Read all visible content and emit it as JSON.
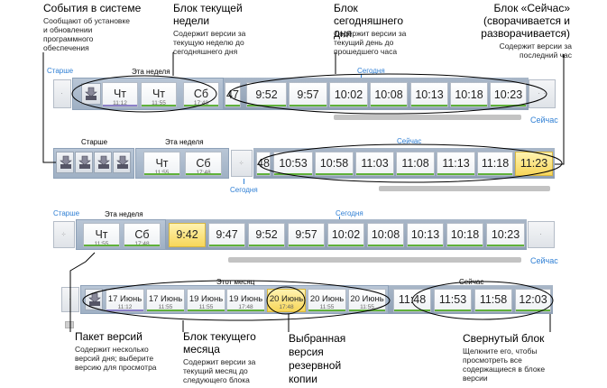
{
  "annotations": {
    "events": {
      "title": "События в системе",
      "desc": "Сообщают об установке и обновлении программного обеспечения"
    },
    "week_block": {
      "title": "Блок текущей недели",
      "desc": "Содержит версии за текущую неделю до сегодняшнего дня"
    },
    "today_block": {
      "title": "Блок сегодняшнего дня",
      "desc": "Содержит версии за текущий день до прошедшего часа"
    },
    "now_block": {
      "title": "Блок «Сейчас» (сворачивается и разворачивается)",
      "desc": "Содержит версии за последний час"
    },
    "package": {
      "title": "Пакет версий",
      "desc": "Содержит несколько версий дня; выберите версию для просмотра"
    },
    "month_block": {
      "title": "Блок текущего месяца",
      "desc": "Содержит версии за текущий месяц до следующего блока"
    },
    "selected": {
      "title": "Выбранная версия резервной копии"
    },
    "collapsed": {
      "title": "Свернутый блок",
      "desc": "Щелкните его, чтобы просмотреть все содержащиеся в блоке версии"
    }
  },
  "labels": {
    "older": "Старше",
    "this_week": "Эта неделя",
    "today": "Сегодня",
    "now": "Сейчас",
    "this_month": "Этот месяц"
  },
  "strip1": {
    "week": [
      {
        "day": "Чт",
        "time": "11:12"
      },
      {
        "day": "Чт",
        "time": "11:55"
      },
      {
        "day": "Сб",
        "time": "17:48"
      }
    ],
    "partial": "47",
    "today": [
      "9:52",
      "9:57",
      "10:02",
      "10:08",
      "10:13",
      "10:18",
      "10:23"
    ]
  },
  "strip2": {
    "week": [
      {
        "day": "Чт",
        "time": "11:55"
      },
      {
        "day": "Сб",
        "time": "17:48"
      }
    ],
    "partial": "48",
    "today": [
      "10:53",
      "10:58",
      "11:03",
      "11:08",
      "11:13",
      "11:18"
    ],
    "selected": "11:23"
  },
  "strip3": {
    "week": [
      {
        "day": "Чт",
        "time": "11:55"
      },
      {
        "day": "Сб",
        "time": "17:48"
      }
    ],
    "selected": "9:42",
    "today": [
      "9:47",
      "9:52",
      "9:57",
      "10:02",
      "10:08",
      "10:13",
      "10:18",
      "10:23"
    ]
  },
  "strip4": {
    "month": [
      {
        "date": "17 Июнь",
        "time": "11:12"
      },
      {
        "date": "17 Июнь",
        "time": "11:55"
      },
      {
        "date": "19 Июнь",
        "time": "11:55"
      },
      {
        "date": "19 Июнь",
        "time": "17:48"
      }
    ],
    "selected": {
      "date": "20 Июнь",
      "time": "17:48"
    },
    "month_after": [
      {
        "date": "20 Июнь",
        "time": "11:55"
      },
      {
        "date": "20 Июнь",
        "time": "11:55"
      }
    ],
    "now": [
      "11:48",
      "11:53",
      "11:58",
      "12:03"
    ]
  },
  "colors": {
    "accent": "#2f7fd4",
    "selected": "#f7d65a",
    "version_bar": "#5fb13a"
  }
}
